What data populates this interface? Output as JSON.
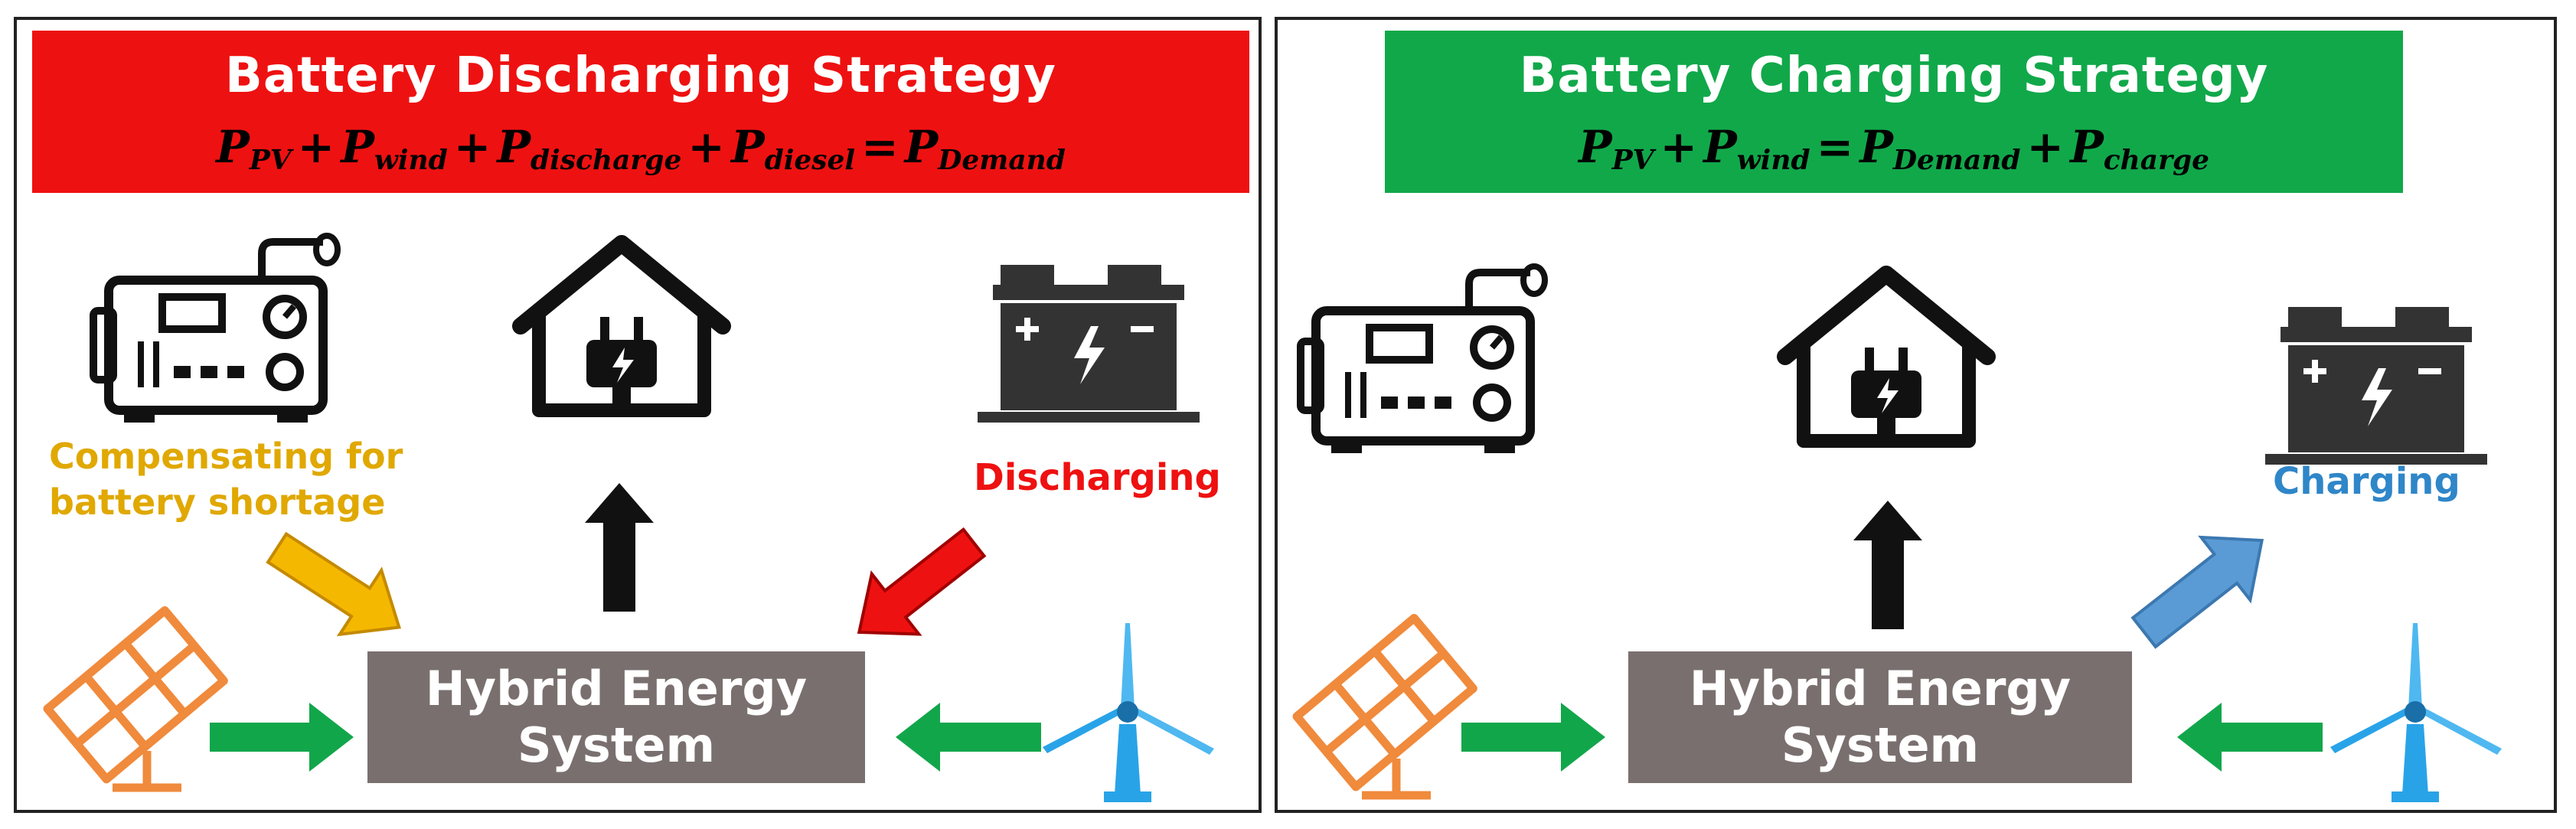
{
  "left_panel": {
    "title": "Battery Discharging Strategy",
    "title_color": "#ee1111",
    "equation": {
      "P1": "P",
      "s1": "PV",
      "P2": "P",
      "s2": "wind",
      "P3": "P",
      "s3": "discharge",
      "P4": "P",
      "s4": "diesel",
      "P5": "P",
      "s5": "Demand",
      "plus": "+",
      "equals": "="
    },
    "generator_label": [
      "Compensating for",
      "battery shortage"
    ],
    "generator_label_color": "#e0a800",
    "battery_label": "Discharging",
    "battery_label_color": "#ee1111",
    "hybrid_label": [
      "Hybrid Energy",
      "System"
    ]
  },
  "right_panel": {
    "title": "Battery Charging Strategy",
    "title_color": "#11a84a",
    "equation": {
      "P1": "P",
      "s1": "PV",
      "P2": "P",
      "s2": "wind",
      "P3": "P",
      "s3": "Demand",
      "P4": "P",
      "s4": "charge",
      "plus": "+",
      "equals": "="
    },
    "battery_label": "Charging",
    "battery_label_color": "#2f86c8",
    "hybrid_label": [
      "Hybrid Energy",
      "System"
    ]
  },
  "colors": {
    "hybrid_box": "#7a6f6f",
    "green_arrow": "#12a64b",
    "black_arrow": "#111111",
    "yellow_arrow": "#f5b800",
    "red_arrow": "#ee1111",
    "blue_arrow": "#5b9bd5",
    "solar_orange": "#f08a3c",
    "wind_blue": "#29a3e8"
  },
  "icons": [
    "diesel-generator-icon",
    "house-plug-icon",
    "battery-icon",
    "solar-panel-icon",
    "wind-turbine-icon"
  ]
}
